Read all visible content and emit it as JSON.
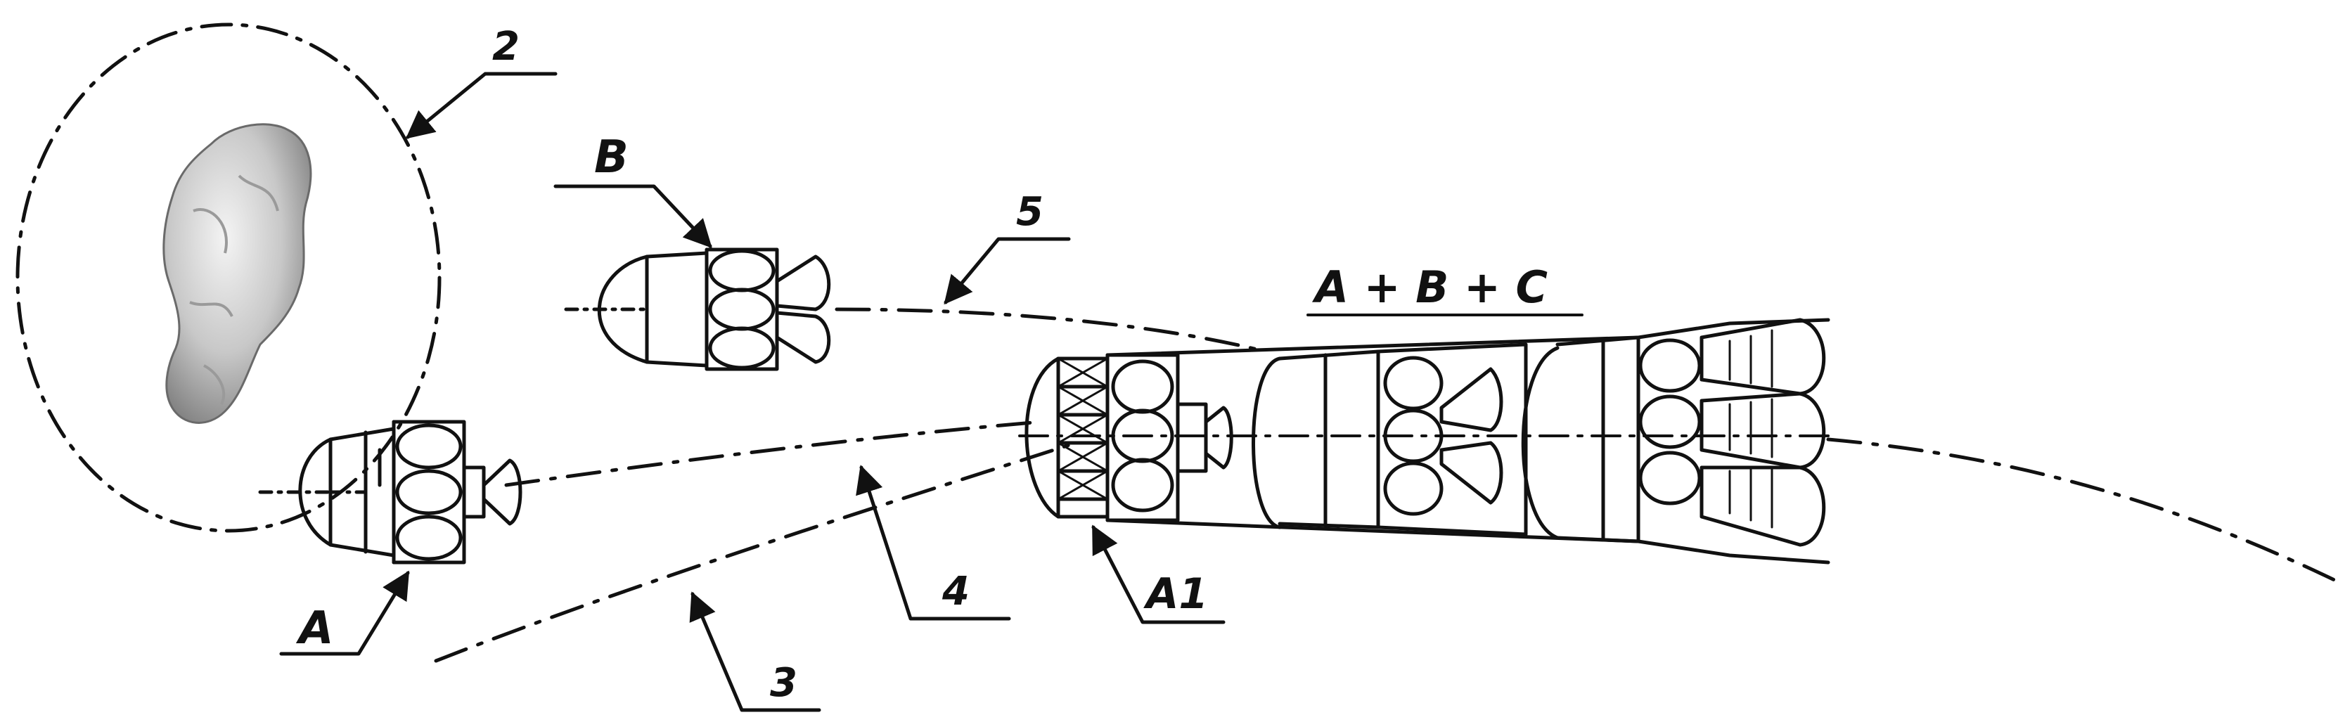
{
  "labels": {
    "orbit": "2",
    "trajectory_lower": "3",
    "trajectory_middle": "4",
    "trajectory_upper": "5",
    "module_a": "A",
    "module_b": "B",
    "combined": "A + B + C",
    "docking_unit": "A1"
  },
  "colors": {
    "ink": "#111111",
    "asteroid_light": "#e6e6e6",
    "asteroid_dark": "#8a8a8a"
  }
}
